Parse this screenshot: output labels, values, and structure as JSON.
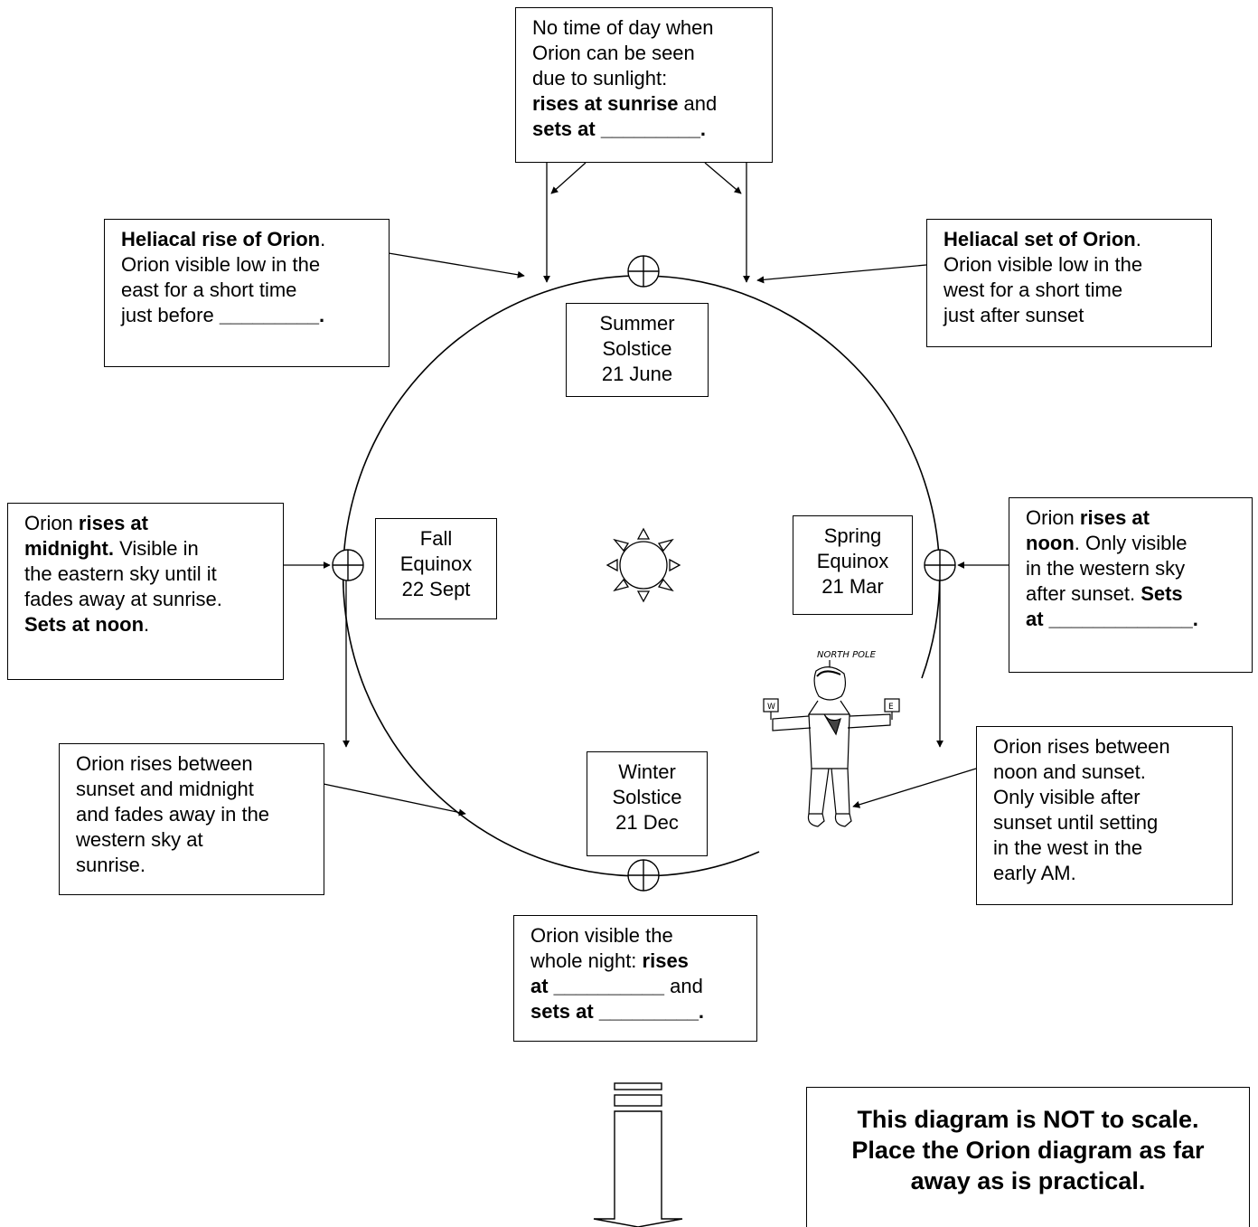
{
  "season_labels": {
    "summer": [
      "Summer",
      "Solstice",
      "21 June"
    ],
    "fall": [
      "Fall",
      "Equinox",
      "22 Sept"
    ],
    "spring": [
      "Spring",
      "Equinox",
      "21 Mar"
    ],
    "winter": [
      "Winter",
      "Solstice",
      "21 Dec"
    ]
  },
  "annotations": {
    "top": {
      "l1": "No time of day when",
      "l2": "Orion can be seen",
      "l3": "due to sunlight:",
      "l4_bold": "rises at sunrise",
      "l4_rest": " and",
      "l5_bold": "sets at _________."
    },
    "heliacal_rise": {
      "l1_bold": "Heliacal rise of Orion",
      "l1_rest": ".",
      "l2": "Orion visible low in the",
      "l3": "east for a short time",
      "l4": "just before ",
      "l4_bold": "_________."
    },
    "heliacal_set": {
      "l1_bold": "Heliacal set of Orion",
      "l1_rest": ".",
      "l2": "Orion visible low in the",
      "l3": "west for a short time",
      "l4": "just after sunset"
    },
    "fall": {
      "l1": "Orion ",
      "l1_bold": "rises at",
      "l2_bold": "midnight.",
      "l2_rest": " Visible in",
      "l3": "the eastern sky until it",
      "l4": "fades away at sunrise.",
      "l5_bold": "Sets at noon",
      "l5_rest": "."
    },
    "spring": {
      "l1": "Orion ",
      "l1_bold": "rises at",
      "l2_bold": "noon",
      "l2_rest": ". Only visible",
      "l3": "in the western sky",
      "l4": "after sunset. ",
      "l4_bold": "Sets",
      "l5_bold": "at _____________."
    },
    "lower_left": [
      "Orion rises between",
      "sunset and midnight",
      "and fades away in the",
      "western sky at",
      "sunrise."
    ],
    "lower_right": [
      "Orion rises between",
      "noon and sunset.",
      "Only visible after",
      "sunset until setting",
      "in the west in the",
      "early AM."
    ],
    "bottom": {
      "l1": "Orion visible the",
      "l2": "whole night: ",
      "l2_bold": "rises",
      "l3_bold": "at __________",
      "l3_rest": " and",
      "l4_bold": "sets at _________."
    }
  },
  "figure_label": "NORTH POLE",
  "note": [
    "This diagram is NOT to scale.",
    "Place the Orion diagram as far",
    "away as is practical."
  ]
}
